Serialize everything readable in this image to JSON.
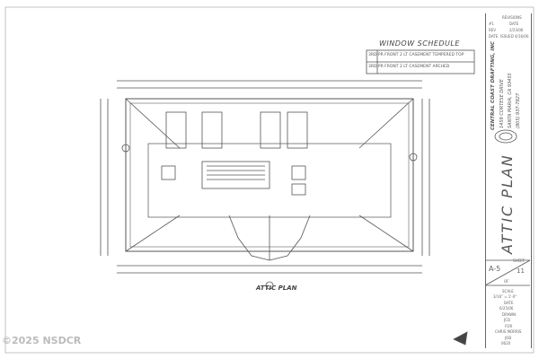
{
  "window_schedule": {
    "title": "WINDOW SCHEDULE",
    "rows": [
      "3RD  PR FRONT 2 LT CASEMENT TEMPERED TOP",
      "3RD  PR FRONT 2 LT CASEMENT ARCHED"
    ]
  },
  "plan_label": "ATTIC PLAN",
  "title_block": {
    "revisions_header": "REVISIONS",
    "revisions": [
      [
        "#1",
        "DATE"
      ],
      [
        "REV",
        "2/23/06"
      ],
      [
        "DATE",
        "ISSUED 4/16/06"
      ]
    ],
    "company": "CENTRAL COAST DRAFTING, INC",
    "address": "1459 CORTESE DRIVE",
    "city": "SANTA MARIA, CA 93455",
    "phone": "(805) 937-7827",
    "sheet_title": "ATTIC PLAN",
    "sheet_number": "A-5",
    "sheet_of": "11",
    "sheet_label": "SHEET",
    "of_label": "OF",
    "scale_label": "SCALE",
    "scale": "3/16\" = 1'-0\"",
    "date_label": "DATE",
    "date": "6/25/06",
    "drawn_label": "DRAWN",
    "drawn": "JCD",
    "for_label": "FOR",
    "client": "CHRIS MORRIS",
    "job_label": "JOB",
    "job": "0620"
  },
  "watermark": "©2025 NSDCR"
}
